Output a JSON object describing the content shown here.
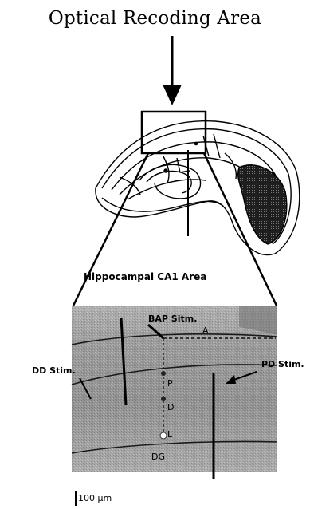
{
  "title": "Optical Recoding Area",
  "region_label": "Hippocampal CA1 Area",
  "stim": {
    "bap": "BAP Sitm.",
    "pd": "PD Stim.",
    "dd": "DD Stim."
  },
  "layers": {
    "a": "A",
    "p": "P",
    "d": "D",
    "l": "L",
    "dg": "DG"
  },
  "scale_bar": "100 μm"
}
